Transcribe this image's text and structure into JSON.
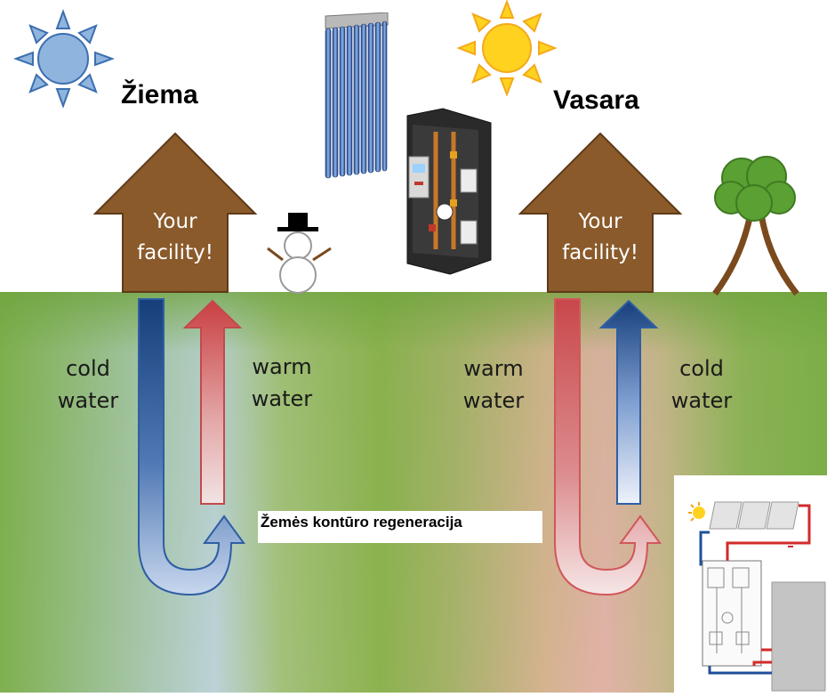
{
  "winter": {
    "title": "Žiema",
    "house_label_line1": "Your",
    "house_label_line2": "facility!",
    "down_label_line1": "cold",
    "down_label_line2": "water",
    "up_label_line1": "warm",
    "up_label_line2": "water"
  },
  "summer": {
    "title": "Vasara",
    "house_label_line1": "Your",
    "house_label_line2": "facility!",
    "down_label_line1": "warm",
    "down_label_line2": "water",
    "up_label_line1": "cold",
    "up_label_line2": "water"
  },
  "caption": "Žemės kontūro regeneracija",
  "colors": {
    "house": "#8a5a2b",
    "ground_green": "#8db25a",
    "cold_arrow": "#1f4f8f",
    "warm_arrow": "#c9484a",
    "winter_sun": "#8fb4de",
    "summer_sun": "#ffd21f",
    "tree_foliage": "#5aa032",
    "tree_trunk": "#7a4a1e"
  }
}
